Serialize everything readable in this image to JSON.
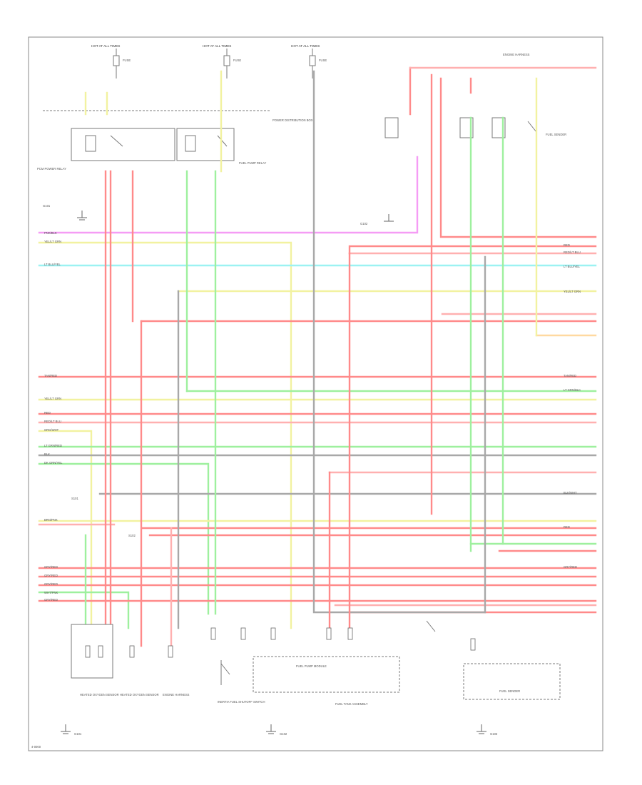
{
  "colors": {
    "red": "#ff8a8a",
    "pink": "#ffb0b0",
    "green": "#9ef09e",
    "yellow": "#f2f2a0",
    "magenta": "#f59cf5",
    "cyan": "#9cf2f2",
    "gray": "#a8a8a8",
    "orange": "#ffd9a0"
  },
  "icons": {
    "ground": "ground-symbol-icon",
    "switch": "switch-contact-icon",
    "relay": "relay-coil-icon",
    "connector": "connector-pin-icon"
  },
  "power_labels": {
    "hot_left": "HOT AT ALL TIMES",
    "hot_middle": "HOT AT ALL TIMES",
    "hot_right": "HOT AT ALL TIMES"
  },
  "fuse_labels": {
    "left": "FUSE",
    "middle": "FUSE",
    "right": "FUSE"
  },
  "component_labels": {
    "power_distribution_box": "POWER DISTRIBUTION BOX",
    "fuel_pump_relay": "FUEL PUMP RELAY",
    "pcm_power_relay": "PCM POWER RELAY",
    "fuel_pump_module": "FUEL PUMP MODULE",
    "inertia_switch": "INERTIA FUEL SHUTOFF SWITCH",
    "fuel_tank_assembly": "FUEL TANK ASSEMBLY",
    "oxygen_sensor_left": "HEATED OXYGEN SENSOR",
    "oxygen_sensor_right": "HEATED OXYGEN SENSOR",
    "engine_harness": "ENGINE HARNESS",
    "fuel_sender": "FUEL SENDER",
    "ground_left": "G101",
    "ground_middle": "G102",
    "ground_right": "G103"
  },
  "wire_labels": {
    "red": "RED",
    "red_lt_blu": "RED/LT BLU",
    "lt_grn_red": "LT GRN/RED",
    "yel_lt_grn": "YEL/LT GRN",
    "pnk_blk": "PNK/BLK",
    "org_wht": "ORG/WHT",
    "gry_red": "GRY/RED",
    "blk_wht": "BLK/WHT",
    "tan_red": "TAN/RED",
    "lt_blu_yel": "LT BLU/YEL",
    "brn_pnk": "BRN/PNK",
    "dk_grn_yel": "DK GRN/YEL",
    "wht_pnk": "WHT/PNK",
    "blk": "BLK",
    "lt_grn_blk": "LT GRN/BLK"
  },
  "page_marker": "4-0000"
}
